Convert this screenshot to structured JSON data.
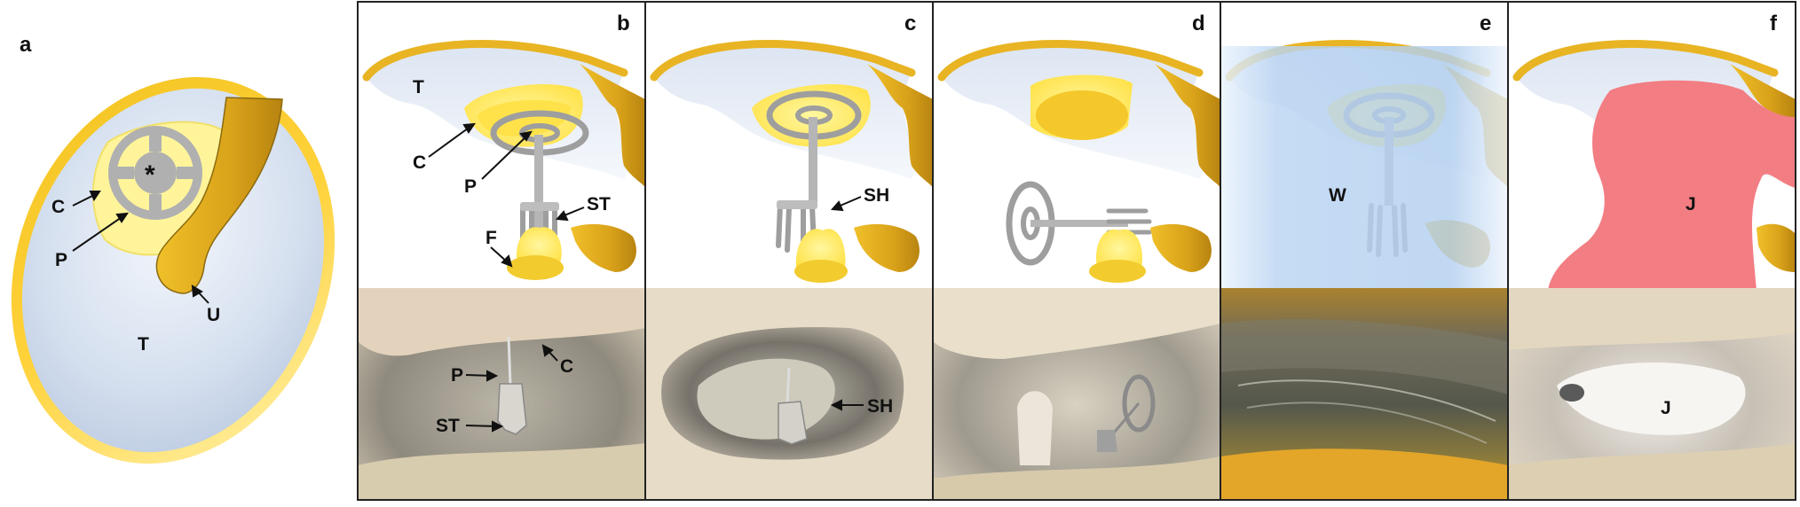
{
  "panels": {
    "a": {
      "letter": "a",
      "labels": {
        "center_mark": "*",
        "cartilage": "C",
        "prosthesis": "P",
        "umbo": "U",
        "tympanic": "T"
      }
    },
    "b": {
      "letter": "b",
      "schematic_labels": {
        "tympanic": "T",
        "cartilage": "C",
        "prosthesis": "P",
        "stapes": "ST",
        "footplate": "F"
      },
      "photo_labels": {
        "cartilage": "C",
        "prosthesis": "P",
        "stapes": "ST"
      }
    },
    "c": {
      "letter": "c",
      "schematic_labels": {
        "stapes_head": "SH"
      },
      "photo_labels": {
        "stapes_head": "SH"
      }
    },
    "d": {
      "letter": "d"
    },
    "e": {
      "letter": "e",
      "schematic_labels": {
        "water": "W"
      }
    },
    "f": {
      "letter": "f",
      "schematic_labels": {
        "gel": "J"
      },
      "photo_labels": {
        "gel": "J"
      }
    }
  },
  "colors": {
    "gold": "#e9b423",
    "gold_dark": "#b98b12",
    "yellow_bright": "#ffe95a",
    "membrane": "#c9d6ea",
    "prosthesis_grey": "#a9a9a9",
    "water": "#b7d3f1",
    "gel": "#f27d83",
    "tissue": "#e8dccb",
    "panel_border": "#222222"
  }
}
